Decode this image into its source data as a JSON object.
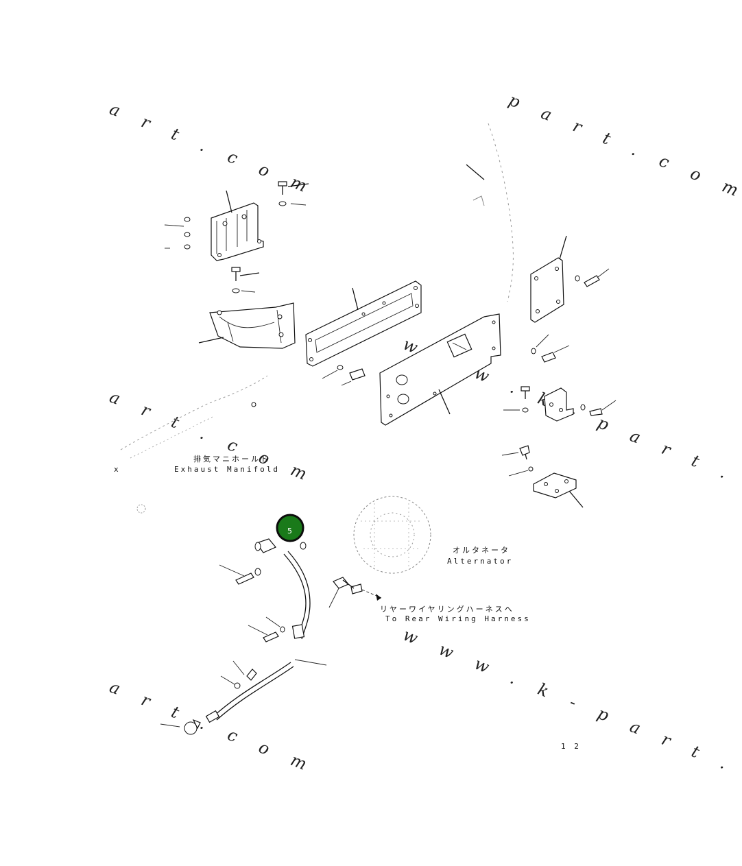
{
  "watermarks": {
    "top_left": "a r t . c o m",
    "top_right": "p a r t . c o m",
    "mid_left": "a r t . c o m",
    "mid_center": "w w w . k - p a r t . c o m",
    "bottom_left": "a r t . c o m",
    "bottom_right": "w w w . k - p a r t . c o m"
  },
  "labels": {
    "exhaust_manifold_jp": "排気マニホールド",
    "exhaust_manifold_en": "Exhaust Manifold",
    "alternator_jp": "オルタネータ",
    "alternator_en": "Alternator",
    "harness_jp": "リヤーワイヤリングハーネスへ",
    "harness_en": "To Rear Wiring Harness",
    "small_x": "x",
    "page_mark": "1 2"
  },
  "callout": {
    "number": "5",
    "color": "#1a7a1a",
    "border_color": "#0d0d0d"
  }
}
